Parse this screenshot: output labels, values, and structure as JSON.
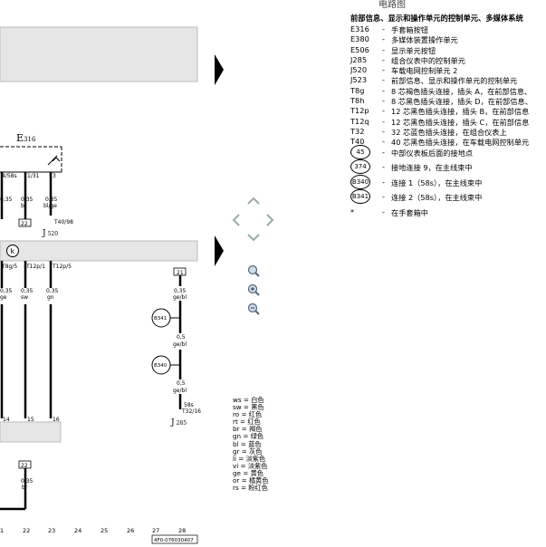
{
  "header_title": "电路图",
  "legend": {
    "title": "前部信息、显示和操作单元的控制单元、多媒体系统",
    "items": [
      {
        "code": "E316",
        "dash": "-",
        "desc": "手套箱按钮"
      },
      {
        "code": "E380",
        "dash": "-",
        "desc": "多媒体装置操作单元"
      },
      {
        "code": "E506",
        "dash": "-",
        "desc": "显示单元按钮"
      },
      {
        "code": "J285",
        "dash": "-",
        "desc": "组合仪表中的控制单元"
      },
      {
        "code": "J520",
        "dash": "-",
        "desc": "车载电网控制单元 2"
      },
      {
        "code": "J523",
        "dash": "-",
        "desc": "前部信息、显示和操作单元的控制单元"
      },
      {
        "code": "T8g",
        "dash": "-",
        "desc": "8 芯褐色插头连接，插头 A，在前部信息、"
      },
      {
        "code": "T8h",
        "dash": "-",
        "desc": "8 芯黑色插头连接，插头 D，在前部信息、"
      },
      {
        "code": "T12p",
        "dash": "-",
        "desc": "12 芯黑色插头连接，插头 B，在前部信息"
      },
      {
        "code": "T12q",
        "dash": "-",
        "desc": "12 芯黑色插头连接，插头 C，在前部信息"
      },
      {
        "code": "T32",
        "dash": "-",
        "desc": "32 芯蓝色插头连接，在组合仪表上"
      },
      {
        "code": "T40",
        "dash": "-",
        "desc": "40 芯黑色插头连接，在车载电网控制单元"
      }
    ],
    "circle_items": [
      {
        "code": "45",
        "dash": "-",
        "desc": "中部仪表板后面的接地点"
      },
      {
        "code": "374",
        "dash": "-",
        "desc": "接地连接 9，在主线束中"
      },
      {
        "code": "B340",
        "dash": "-",
        "desc": "连接 1（58s），在主线束中"
      },
      {
        "code": "B341",
        "dash": "-",
        "desc": "连接 2（58s），在主线束中"
      }
    ],
    "note": {
      "code": "*",
      "dash": "-",
      "desc": "在手套箱中"
    }
  },
  "color_codes": [
    "ws = 白色",
    "sw = 黑色",
    "ro = 红色",
    "rt = 红色",
    "br = 褐色",
    "gn = 绿色",
    "bl = 蓝色",
    "gr = 灰色",
    "li = 淡紫色",
    "vi = 淡紫色",
    "ge = 黄色",
    "or = 橘黄色",
    "rs = 粉红色"
  ],
  "diagram": {
    "e316_label": "E",
    "e316_sub": "316",
    "pin_labels_top": [
      "4/58s",
      "1/31",
      "3"
    ],
    "wire_top": [
      {
        "size": "0,35",
        "color": ""
      },
      {
        "size": "0,35",
        "color": "br"
      },
      {
        "size": "0,35",
        "color": "bl/ge"
      }
    ],
    "t40_label": "T40/98",
    "box_22_top": "22",
    "j520_label": "J",
    "j520_sub": "520",
    "k_label": "k",
    "pin_labels_mid": [
      "T8g/5",
      "T12p/1",
      "T12p/5"
    ],
    "wire_mid": [
      {
        "size": "0,35",
        "color": "ge"
      },
      {
        "size": "0,35",
        "color": "sw"
      },
      {
        "size": "0,35",
        "color": "gn"
      }
    ],
    "box_21": "21",
    "wire_right_1": {
      "size": "0,35",
      "color": "ge/bl"
    },
    "b341_label": "B341",
    "wire_right_2": {
      "size": "0,5",
      "color": "ge/bl"
    },
    "b340_label": "B340",
    "wire_right_3": {
      "size": "0,5",
      "color": "ge/bl"
    },
    "t32_pin": "58s",
    "t32_label": "T32/16",
    "j285_label": "J",
    "j285_sub": "285",
    "bottom_pins": [
      "14",
      "15",
      "16"
    ],
    "box_22_bottom": "22",
    "wire_bottom": {
      "size": "0,35",
      "color": "br"
    },
    "axis_numbers": [
      "1",
      "22",
      "23",
      "24",
      "25",
      "26",
      "27",
      "28"
    ],
    "doc_number": "4F0-076030407"
  },
  "navigation": {
    "up": "up-arrow",
    "down": "down-arrow",
    "left": "left-arrow",
    "right": "right-arrow"
  },
  "zoom": {
    "zoom_out": "zoom-out-icon",
    "zoom_in": "zoom-in-icon",
    "zoom_fit": "zoom-fit-icon"
  }
}
